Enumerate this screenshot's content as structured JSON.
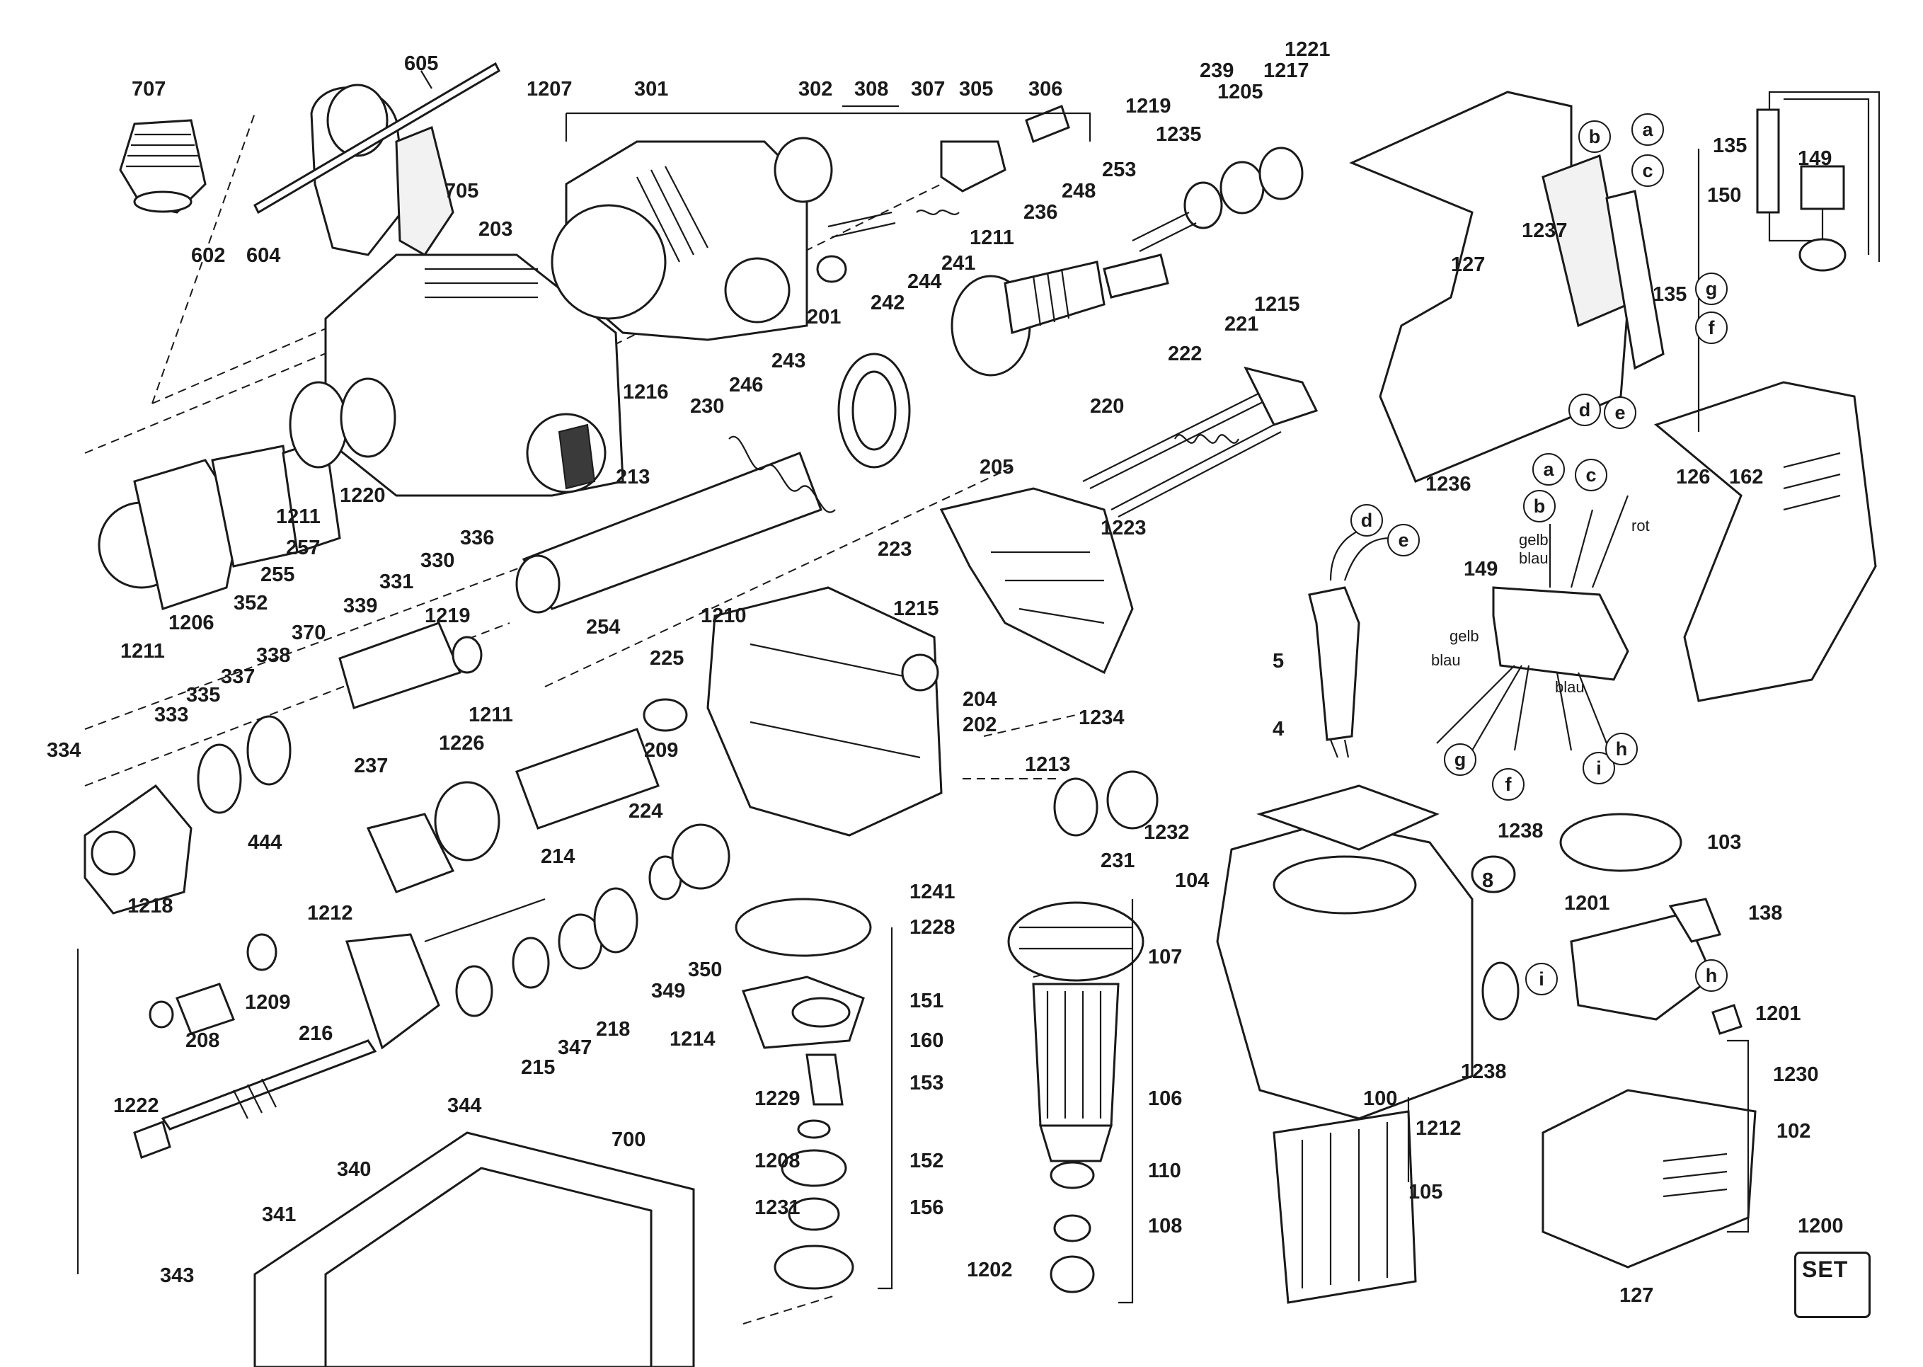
{
  "part_labels": {
    "p707": "707",
    "p605": "605",
    "p1207": "1207",
    "p301": "301",
    "p302": "302",
    "p308": "308",
    "p307": "307",
    "p305": "305",
    "p306": "306",
    "p239": "239",
    "p1221": "1221",
    "p1219a": "1219",
    "p1205": "1205",
    "p1217": "1217",
    "p1235": "1235",
    "p135a": "135",
    "p149a": "149",
    "p150": "150",
    "p705": "705",
    "p203": "203",
    "p602": "602",
    "p604": "604",
    "p253": "253",
    "p248": "248",
    "p236": "236",
    "p1211a": "1211",
    "p241": "241",
    "p244": "244",
    "p242": "242",
    "p201": "201",
    "p1237": "1237",
    "p127a": "127",
    "p135b": "135",
    "p1215a": "1215",
    "p221": "221",
    "p222": "222",
    "p243": "243",
    "p246": "246",
    "p230": "230",
    "p1216": "1216",
    "p220": "220",
    "p1236": "1236",
    "p126": "126",
    "p162": "162",
    "p213": "213",
    "p1211b": "1211",
    "p1220": "1220",
    "p257": "257",
    "p255": "255",
    "p352": "352",
    "p1206": "1206",
    "p1211c": "1211",
    "p336": "336",
    "p330": "330",
    "p331": "331",
    "p339": "339",
    "p1219b": "1219",
    "p205": "205",
    "p1223": "1223",
    "p223": "223",
    "p1215b": "1215",
    "p254": "254",
    "p1210": "1210",
    "p370": "370",
    "p338": "338",
    "p337": "337",
    "p335": "335",
    "p333": "333",
    "p334": "334",
    "p149b": "149",
    "p5": "5",
    "p4": "4",
    "p225": "225",
    "p204": "204",
    "p202": "202",
    "p1234": "1234",
    "p1211d": "1211",
    "p1226": "1226",
    "p209": "209",
    "p237": "237",
    "p224": "224",
    "p1213": "1213",
    "p1232": "1232",
    "p231": "231",
    "p1238a": "1238",
    "p103": "103",
    "p104": "104",
    "p8": "8",
    "p444": "444",
    "p214": "214",
    "p1241": "1241",
    "p1228": "1228",
    "p107": "107",
    "p1218": "1218",
    "p1212a": "1212",
    "p1201a": "1201",
    "p138": "138",
    "p1209": "1209",
    "p208": "208",
    "p216": "216",
    "p349": "349",
    "p350": "350",
    "p151": "151",
    "p1214": "1214",
    "p160": "160",
    "p218": "218",
    "p347": "347",
    "p215": "215",
    "p1201b": "1201",
    "p1238b": "1238",
    "p100": "100",
    "p153": "153",
    "p1229": "1229",
    "p106": "106",
    "p1230": "1230",
    "p1222": "1222",
    "p344": "344",
    "p1212b": "1212",
    "p102": "102",
    "p700": "700",
    "p340": "340",
    "p1208": "1208",
    "p152": "152",
    "p110": "110",
    "p105": "105",
    "p341": "341",
    "p1231": "1231",
    "p156": "156",
    "p1200": "1200",
    "p108": "108",
    "p343": "343",
    "p1202": "1202",
    "p127b": "127"
  },
  "connector_letters": {
    "b1": "b",
    "a1": "a",
    "c1": "c",
    "g1": "g",
    "f1": "f",
    "d1": "d",
    "e1": "e",
    "a2": "a",
    "c2": "c",
    "b2": "b",
    "d2": "d",
    "e2": "e",
    "g2": "g",
    "f2": "f",
    "i1": "i",
    "h1": "h",
    "h2": "h",
    "i2": "i"
  },
  "wire_labels": {
    "rot": "rot",
    "gelb1": "gelb",
    "blau1": "blau",
    "gelb2": "gelb",
    "blau2": "blau",
    "blau3": "blau"
  },
  "set_badge": {
    "text": "SET"
  }
}
